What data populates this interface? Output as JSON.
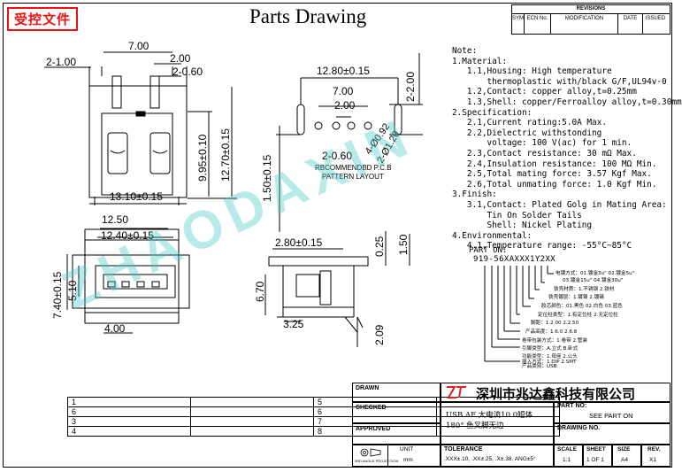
{
  "stamp": "受控文件",
  "title": "Parts Drawing",
  "revisions": {
    "header": "REVISIONS",
    "cols": [
      "SYM",
      "ECN No.",
      "MODIFICATION",
      "DATE",
      "ISSUED"
    ]
  },
  "dimensions": {
    "top_left": {
      "d1": "7.00",
      "d2": "2.00",
      "d3": "2-0.60",
      "d4": "2-1.00",
      "d5": "9.95±0.10",
      "d6": "12.70±0.15",
      "d7": "13.10±0.15"
    },
    "pcb": {
      "d1": "12.80±0.15",
      "d2": "7.00",
      "d3": "2.00",
      "d4": "2-0.60",
      "d5": "4-Ø0.92",
      "d6": "2-Ø1.20",
      "d7": "1.50±0.15",
      "d8": "2-2.00",
      "label1": "RBCOMMENDBD P.C.B",
      "label2": "PATTERN LAYOUT"
    },
    "front": {
      "d1": "12.50",
      "d2": "12.40±0.15",
      "d3": "7.40±0.15",
      "d4": "5.10",
      "d5": "4.00"
    },
    "side": {
      "d1": "2.80±0.15",
      "d2": "0.25",
      "d3": "1.50",
      "d4": "6.70",
      "d5": "3.25",
      "d6": "2.09"
    }
  },
  "notes": [
    "Note:",
    "1.Material:",
    "   1.1,Housing: High temperature",
    "       thermoplastic with/black G/F,UL94v-0",
    "   1.2,Contact: copper alloy,t=0.25mm",
    "   1.3,Shell: copper/Ferroalloy alloy,t=0.30mm",
    "2.Specification:",
    "   2.1,Current rating:5.0A Max.",
    "   2.2,Dielectric withstonding",
    "       voltage: 100 V(ac) for 1 min.",
    "   2.3,Contact resistance: 30 mΩ Max.",
    "   2.4,Insulation resistance: 100 MΩ Min.",
    "   2.5,Total mating force: 3.57 Kgf Max.",
    "   2.6,Total unmating force: 1.0 Kgf Min.",
    "3.Finish:",
    "   3.1,Contact: Plated Golg in Mating Area:",
    "       Tin On Solder Tails",
    "       Shell: Nickel Plating",
    "4.Environmental:",
    "   4.1,Temperature range: -55°C~85°C"
  ],
  "part_no": {
    "label": "PART ON:",
    "code": "919-56XAXXX1Y2XX",
    "legend": [
      "电镀方式：01.镀金3u\" 02.镀金5u\"",
      "           03.镀金15u\" 04.镀金30u\"",
      "铁壳材质：1.不锈钢 2.铁材",
      "铁壳镀层：1.镀镍 2.镀锡",
      "胶芯颜色：01.黑色 02.白色 03.蓝色",
      "定位柱类型：1.有定位柱 2.无定位柱",
      "脚距：1.2.00 2.2.50",
      "产品高度：1.6.0 2.6.8",
      "卷带包装方式：1.卷带 2.管装",
      "引脚类型：A.立式 B.卧式",
      "功能类型：1.母座 2.公头",
      "插入方式：1.DIP 2.SMT",
      "产品类别：USB"
    ]
  },
  "pin_table": [
    [
      "1",
      "",
      "5",
      ""
    ],
    [
      "6",
      "",
      "6",
      ""
    ],
    [
      "3",
      "",
      "7",
      ""
    ],
    [
      "4",
      "",
      "8",
      ""
    ]
  ],
  "title_block": {
    "drawn": "DRAWN",
    "checked": "CHECKED",
    "approved": "APPROVED",
    "company": "深圳市兆达鑫科技有限公司",
    "desc1": "USB AF 大电流10.0短体",
    "desc2": "180° 鱼叉脚无边",
    "unit_label": "UNIT",
    "unit_value": "mm",
    "tol_label": "TOLERANCE",
    "tol_value": ".XXX±.10, .XX±.25, .X±.38, ANG±5°",
    "part_label": "PART NO:",
    "part_value": "SEE PART ON",
    "drawing_label": "DRAWING NO.",
    "scale_label": "SCALE",
    "scale_value": "1:1",
    "sheet_label": "SHEET",
    "sheet_value": "1 OF 1",
    "size_label": "SIZE",
    "size_value": "A4",
    "rev_label": "REV.",
    "rev_value": "X1",
    "projection": "3RD ANGLE PROJECTION"
  },
  "watermark": "ZHAODAXIN"
}
